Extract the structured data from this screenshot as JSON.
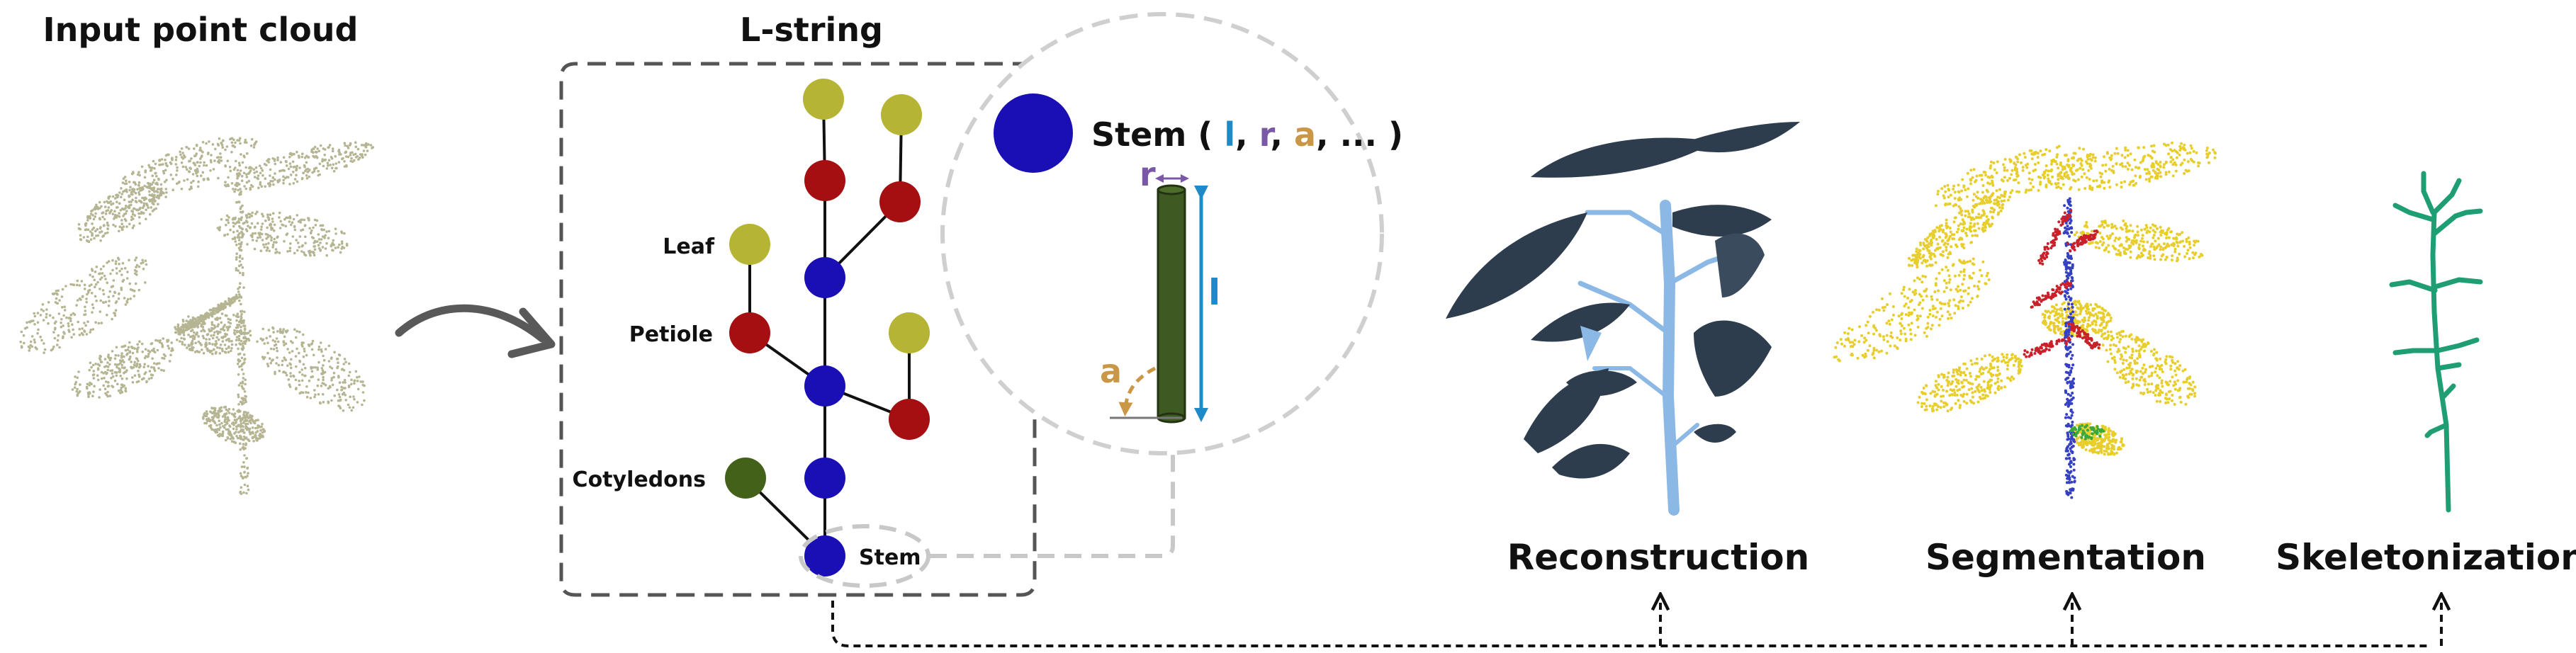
{
  "titles": {
    "input": "Input point cloud",
    "lstring": "L-string"
  },
  "tree_labels": {
    "leaf": "Leaf",
    "petiole": "Petiole",
    "cotyledons": "Cotyledons",
    "stem": "Stem"
  },
  "zoom": {
    "formula_name": "Stem",
    "formula_open": " ( ",
    "param_l": "l",
    "sep1": ", ",
    "param_r": "r",
    "sep2": ", ",
    "param_a": "a",
    "sep3": ", ... )",
    "r_label": "r",
    "l_label": "l",
    "a_label": "a"
  },
  "outputs": {
    "reconstruction": "Reconstruction",
    "segmentation": "Segmentation",
    "skeletonization": "Skeletonization"
  },
  "colors": {
    "stem": "#1a0fb4",
    "petiole": "#a50f12",
    "leaf": "#b6b435",
    "cotyledon": "#44611a",
    "param_l": "#1e8ac7",
    "param_r": "#7b58a6",
    "param_a": "#c99745",
    "point_cloud": "#b5b593",
    "reconstruction_leaf": "#2e3d4e",
    "reconstruction_stem": "#8cb8e6",
    "segmentation_leaf": "#e8ce2c",
    "segmentation_stem": "#3540c2",
    "segmentation_petiole": "#c9202a",
    "segmentation_cotyledon": "#3aa83a",
    "skeleton": "#1f9e74"
  }
}
